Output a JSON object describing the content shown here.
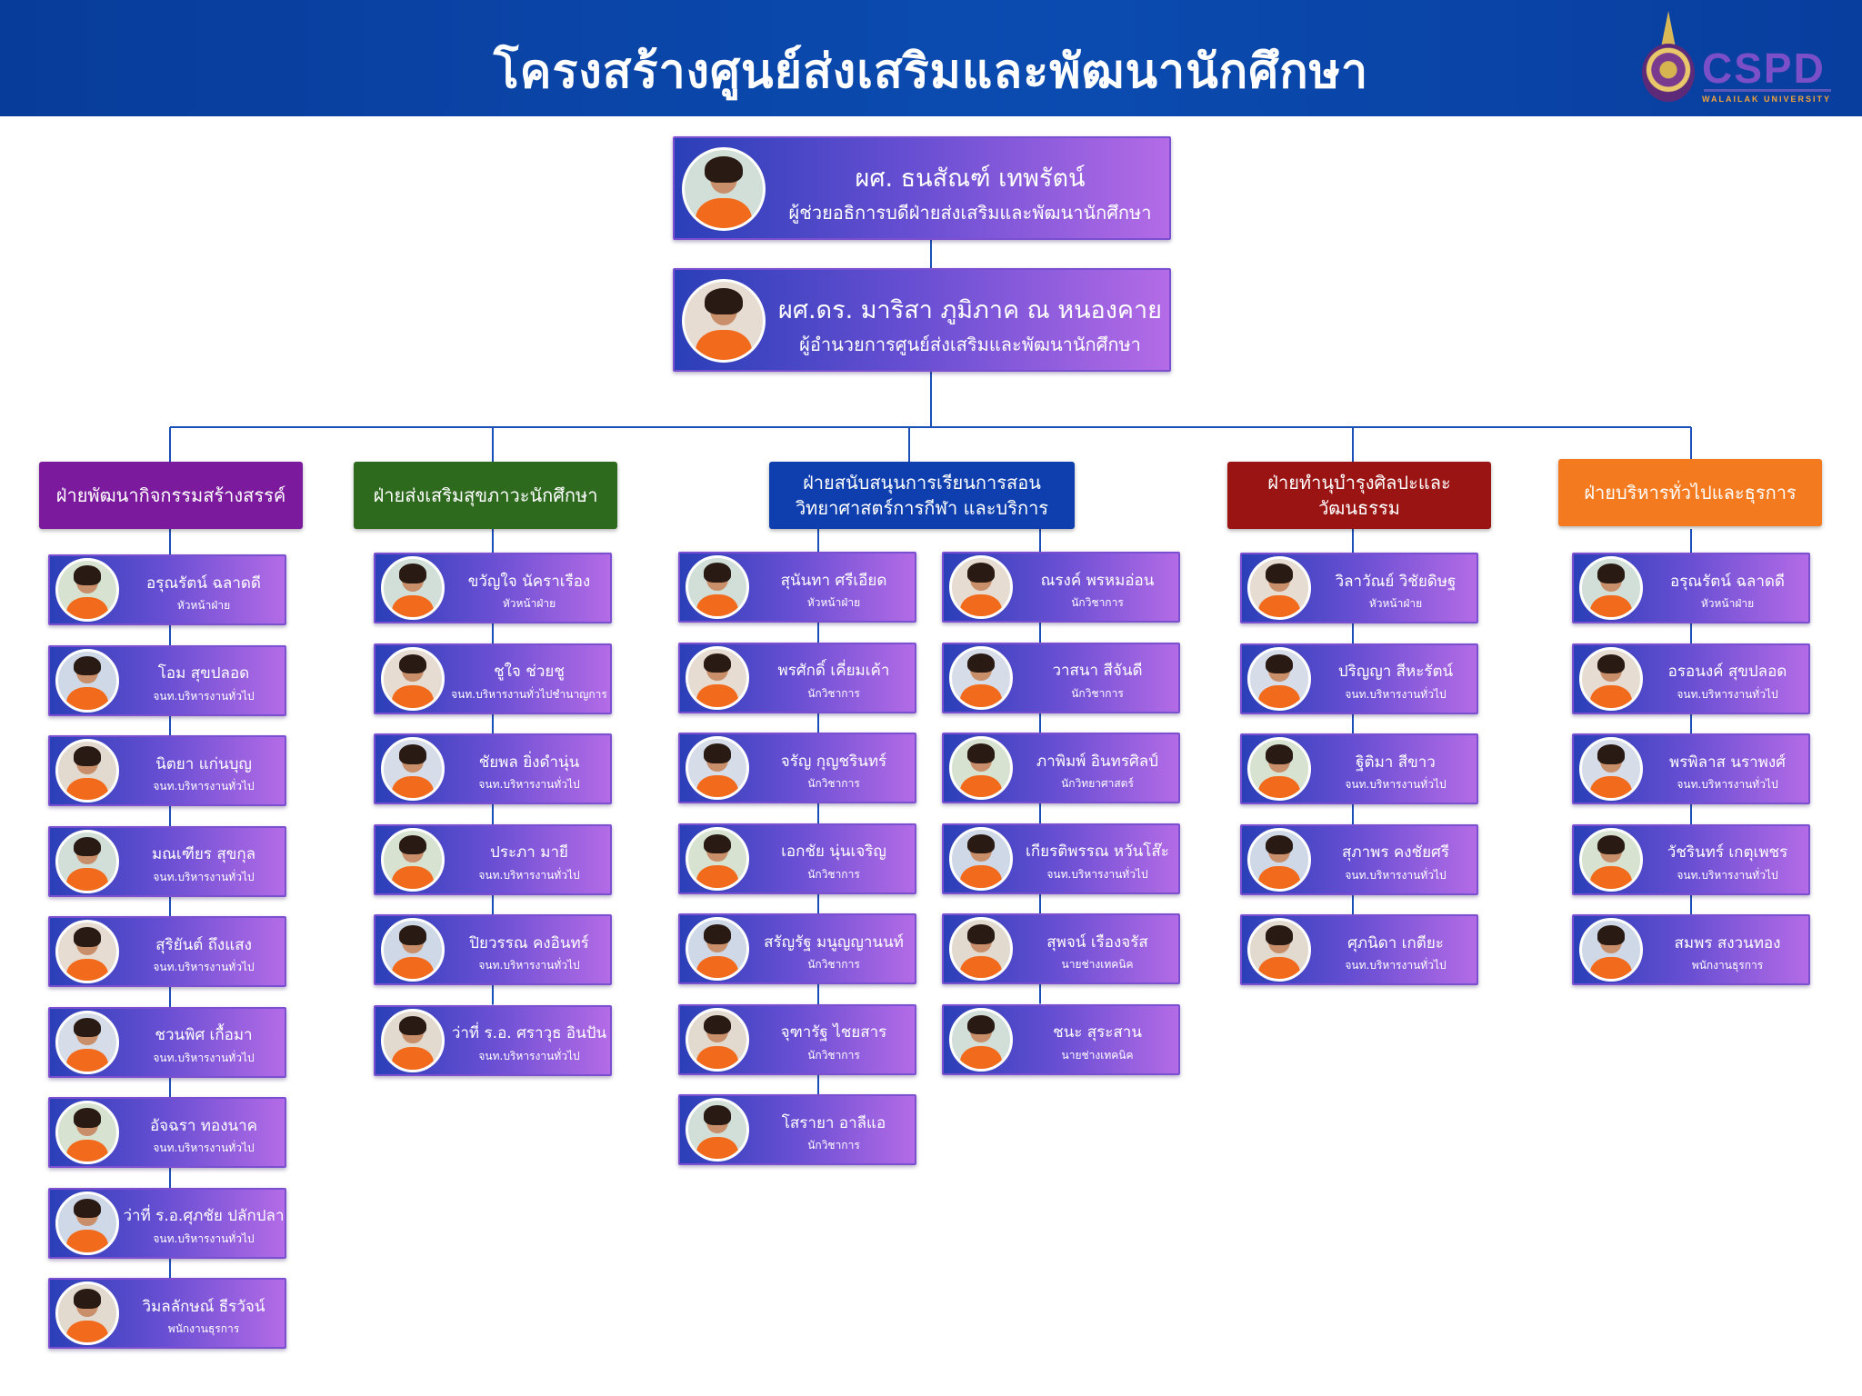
{
  "header": {
    "title": "โครงสร้างศูนย์ส่งเสริมและพัฒนานักศึกษา"
  },
  "logo": {
    "brand": "CSPD",
    "university": "WALAILAK UNIVERSITY"
  },
  "leaders": [
    {
      "name": "ผศ. ธนสัณฑ์ เทพรัตน์",
      "role": "ผู้ช่วยอธิการบดีฝ่ายส่งเสริมและพัฒนานักศึกษา"
    },
    {
      "name": "ผศ.ดร. มาริสา ภูมิภาค ณ หนองคาย",
      "role": "ผู้อำนวยการศูนย์ส่งเสริมและพัฒนานักศึกษา"
    }
  ],
  "departments": [
    {
      "title": "ฝ่ายพัฒนากิจกรรมสร้างสรรค์",
      "color": "#7b1a9c",
      "members": [
        {
          "name": "อรุณรัตน์ ฉลาดดี",
          "role": "หัวหน้าฝ่าย"
        },
        {
          "name": "โอม สุขปลอด",
          "role": "จนท.บริหารงานทั่วไป"
        },
        {
          "name": "นิตยา แก่นบุญ",
          "role": "จนท.บริหารงานทั่วไป"
        },
        {
          "name": "มณเฑียร สุขกุล",
          "role": "จนท.บริหารงานทั่วไป"
        },
        {
          "name": "สุริยันต์ ถึงแสง",
          "role": "จนท.บริหารงานทั่วไป"
        },
        {
          "name": "ชวนพิศ เกื้อมา",
          "role": "จนท.บริหารงานทั่วไป"
        },
        {
          "name": "อัจฉรา ทองนาค",
          "role": "จนท.บริหารงานทั่วไป"
        },
        {
          "name": "ว่าที่ ร.อ.ศุภชัย ปลักปลา",
          "role": "จนท.บริหารงานทั่วไป"
        },
        {
          "name": "วิมลลักษณ์ ธีรวัจน์",
          "role": "พนักงานธุรการ"
        }
      ]
    },
    {
      "title": "ฝ่ายส่งเสริมสุขภาวะนักศึกษา",
      "color": "#2d6a1e",
      "members": [
        {
          "name": "ขวัญใจ นัคราเรือง",
          "role": "หัวหน้าฝ่าย"
        },
        {
          "name": "ชูใจ ช่วยชู",
          "role": "จนท.บริหารงานทั่วไปชำนาญการ"
        },
        {
          "name": "ชัยพล ยิ่งดำนุ่น",
          "role": "จนท.บริหารงานทั่วไป"
        },
        {
          "name": "ประภา มายี",
          "role": "จนท.บริหารงานทั่วไป"
        },
        {
          "name": "ปิยวรรณ คงอินทร์",
          "role": "จนท.บริหารงานทั่วไป"
        },
        {
          "name": "ว่าที่ ร.อ. ศราวุธ อินปัน",
          "role": "จนท.บริหารงานทั่วไป"
        }
      ]
    },
    {
      "title": "ฝ่ายสนับสนุนการเรียนการสอน\nวิทยาศาสตร์การกีฬา และบริการ",
      "color": "#0f3fae",
      "members_left": [
        {
          "name": "สุนันทา ศรีเอียด",
          "role": "หัวหน้าฝ่าย"
        },
        {
          "name": "พรศักดิ์ เคี่ยมเค้า",
          "role": "นักวิชาการ"
        },
        {
          "name": "จรัญ กุญชรินทร์",
          "role": "นักวิชาการ"
        },
        {
          "name": "เอกชัย นุ่นเจริญ",
          "role": "นักวิชาการ"
        },
        {
          "name": "สรัญรัฐ มนูญญานนท์",
          "role": "นักวิชาการ"
        },
        {
          "name": "จุฑารัฐ ไชยสาร",
          "role": "นักวิชาการ"
        },
        {
          "name": "โสรายา อาลีแอ",
          "role": "นักวิชาการ"
        }
      ],
      "members_right": [
        {
          "name": "ณรงค์ พรหมอ่อน",
          "role": "นักวิชาการ"
        },
        {
          "name": "วาสนา สีจันดี",
          "role": "นักวิชาการ"
        },
        {
          "name": "ภาพิมพ์ อินทรศิลป์",
          "role": "นักวิทยาศาสตร์"
        },
        {
          "name": "เกียรติพรรณ หวันโส๊ะ",
          "role": "จนท.บริหารงานทั่วไป"
        },
        {
          "name": "สุพจน์ เรืองจรัส",
          "role": "นายช่างเทคนิค"
        },
        {
          "name": "ชนะ สุระสาน",
          "role": "นายช่างเทคนิค"
        }
      ]
    },
    {
      "title": "ฝ่ายทำนุบำรุงศิลปะและวัฒนธรรม",
      "color": "#9b1414",
      "members": [
        {
          "name": "วิลาวัณย์ วิชัยดิษฐ",
          "role": "หัวหน้าฝ่าย"
        },
        {
          "name": "ปริญญา สีหะรัตน์",
          "role": "จนท.บริหารงานทั่วไป"
        },
        {
          "name": "ฐิติมา สีขาว",
          "role": "จนท.บริหารงานทั่วไป"
        },
        {
          "name": "สุภาพร คงชัยศรี",
          "role": "จนท.บริหารงานทั่วไป"
        },
        {
          "name": "ศุภนิดา เกตียะ",
          "role": "จนท.บริหารงานทั่วไป"
        }
      ]
    },
    {
      "title": "ฝ่ายบริหารทั่วไปและธุรการ",
      "color": "#f47a20",
      "members": [
        {
          "name": "อรุณรัตน์ ฉลาดดี",
          "role": "หัวหน้าฝ่าย"
        },
        {
          "name": "อรอนงค์ สุขปลอด",
          "role": "จนท.บริหารงานทั่วไป"
        },
        {
          "name": "พรพิลาส นราพงศ์",
          "role": "จนท.บริหารงานทั่วไป"
        },
        {
          "name": "วัชรินทร์ เกตุเพชร",
          "role": "จนท.บริหารงานทั่วไป"
        },
        {
          "name": "สมพร สงวนทอง",
          "role": "พนักงานธุรการ"
        }
      ]
    }
  ]
}
